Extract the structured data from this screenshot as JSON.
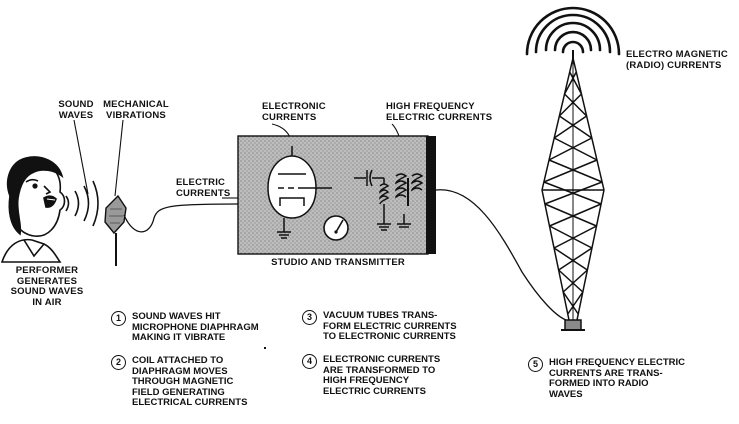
{
  "labels": {
    "sound_waves": "SOUND\nWAVES",
    "mechanical_vibrations": "MECHANICAL\nVIBRATIONS",
    "electronic_currents": "ELECTRONIC\nCURRENTS",
    "high_frequency": "HIGH FREQUENCY\nELECTRIC CURRENTS",
    "electro_magnetic": "ELECTRO MAGNETIC\n(RADIO) CURRENTS",
    "electric_currents": "ELECTRIC\nCURRENTS",
    "studio": "STUDIO AND TRANSMITTER",
    "performer": "PERFORMER\nGENERATES\nSOUND WAVES\nIN AIR"
  },
  "steps": [
    {
      "num": "1",
      "text": "SOUND WAVES HIT\nMICROPHONE DIAPHRAGM\nMAKING IT VIBRATE"
    },
    {
      "num": "2",
      "text": "COIL ATTACHED TO\nDIAPHRAGM MOVES\nTHROUGH MAGNETIC\nFIELD GENERATING\nELECTRICAL CURRENTS"
    },
    {
      "num": "3",
      "text": "VACUUM TUBES TRANS-\nFORM ELECTRIC CURRENTS\nTO ELECTRONIC CURRENTS"
    },
    {
      "num": "4",
      "text": "ELECTRONIC CURRENTS\nARE TRANSFORMED TO\nHIGH FREQUENCY\nELECTRIC CURRENTS"
    },
    {
      "num": "5",
      "text": "HIGH FREQUENCY ELECTRIC\nCURRENTS ARE TRANS-\nFORMED INTO RADIO\nWAVES"
    }
  ]
}
